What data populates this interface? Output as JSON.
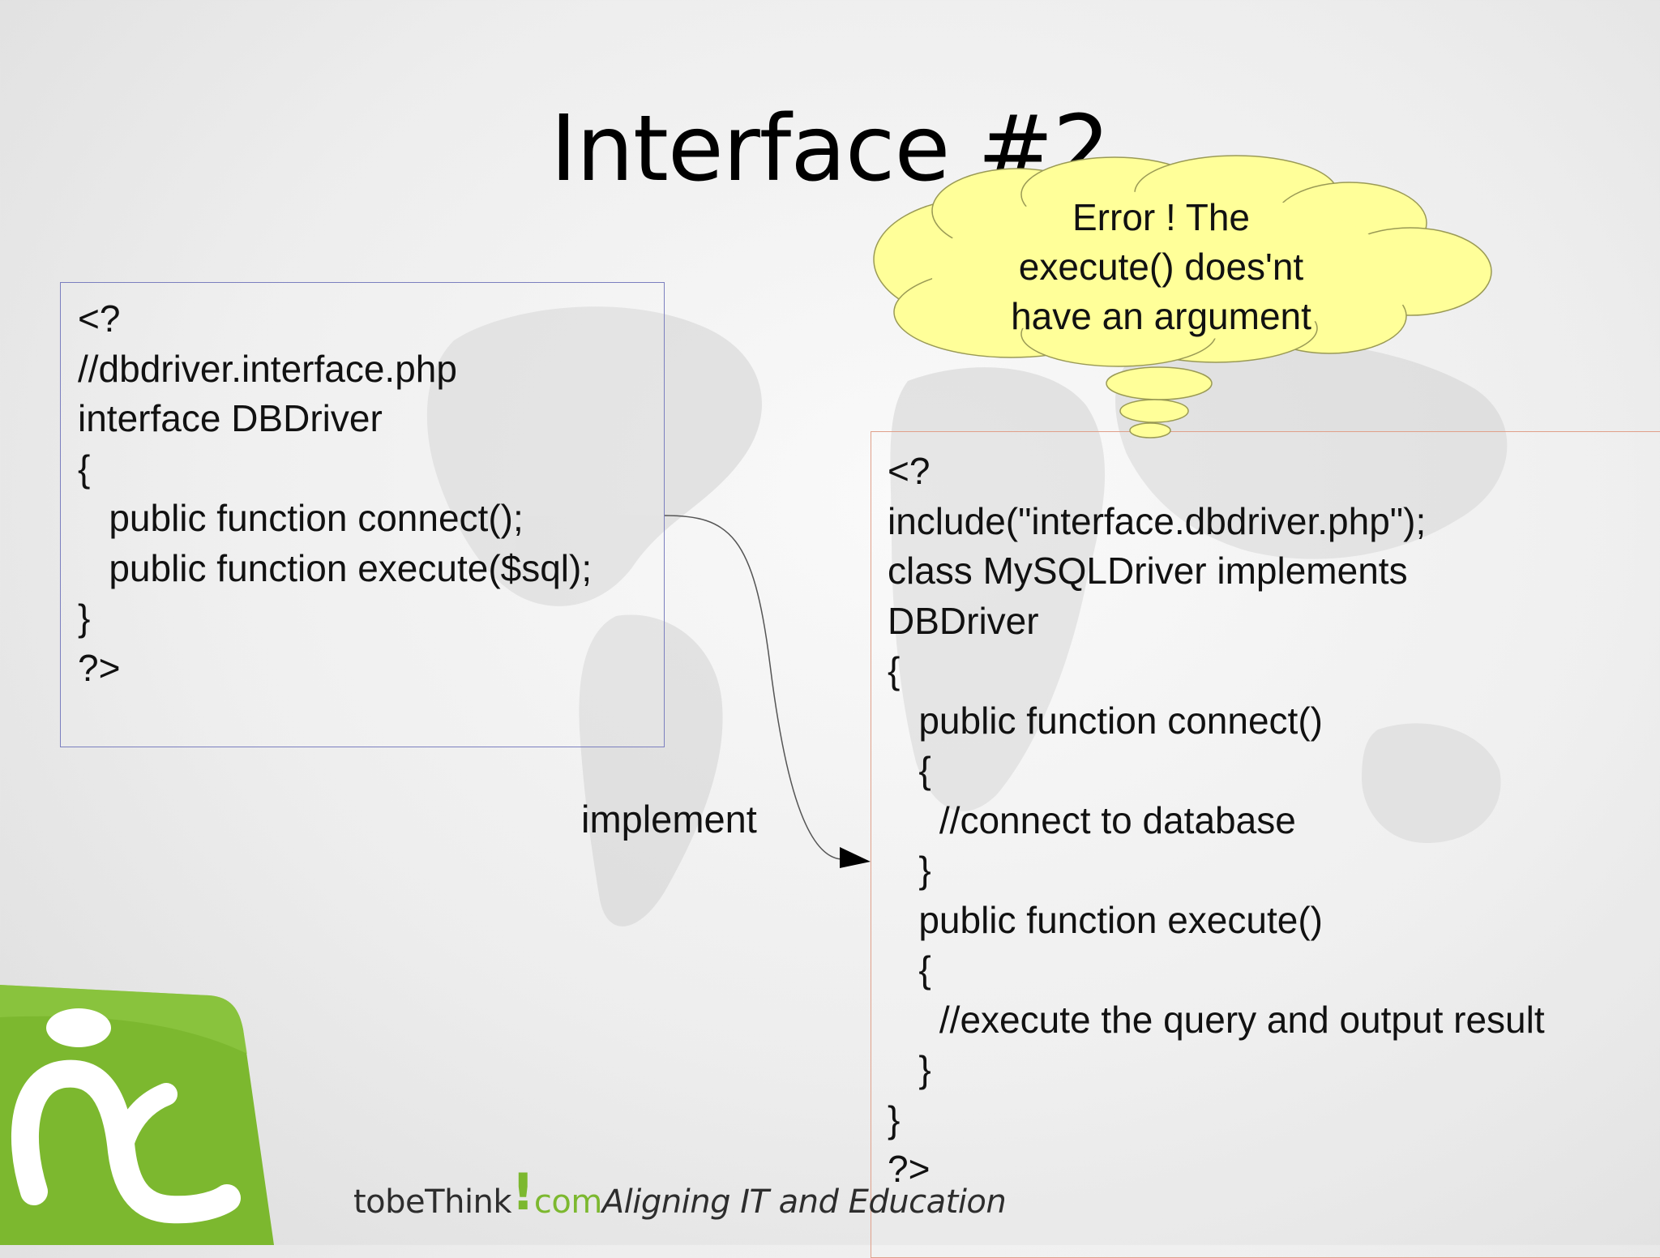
{
  "slide": {
    "title": "Interface #2"
  },
  "interface_code": {
    "lines": [
      "<?",
      "//dbdriver.interface.php",
      "interface DBDriver",
      "{",
      "   public function connect();",
      "   public function execute($sql);",
      "}",
      "?>"
    ]
  },
  "class_code": {
    "lines": [
      "<?",
      "include(\"interface.dbdriver.php\");",
      "class MySQLDriver implements",
      "DBDriver",
      "{",
      "   public function connect()",
      "   {",
      "     //connect to database",
      "   }",
      "   public function execute()",
      "   {",
      "     //execute the query and output result",
      "   }",
      "}",
      "?>"
    ]
  },
  "connector": {
    "label": "implement"
  },
  "callout": {
    "lines": [
      "Error ! The",
      "execute() does'nt",
      "have an argument"
    ],
    "fill_color": "#ffff99",
    "stroke_color": "#9a9a55"
  },
  "branding": {
    "name": "tobeThink",
    "exclamation": "!",
    "domain": "com",
    "tagline": "Aligning IT and Education",
    "logo_color": "#7cb82f"
  },
  "colors": {
    "interface_box_border": "#7b7fbf",
    "class_box_border": "#e0a08a",
    "text": "#111111"
  }
}
